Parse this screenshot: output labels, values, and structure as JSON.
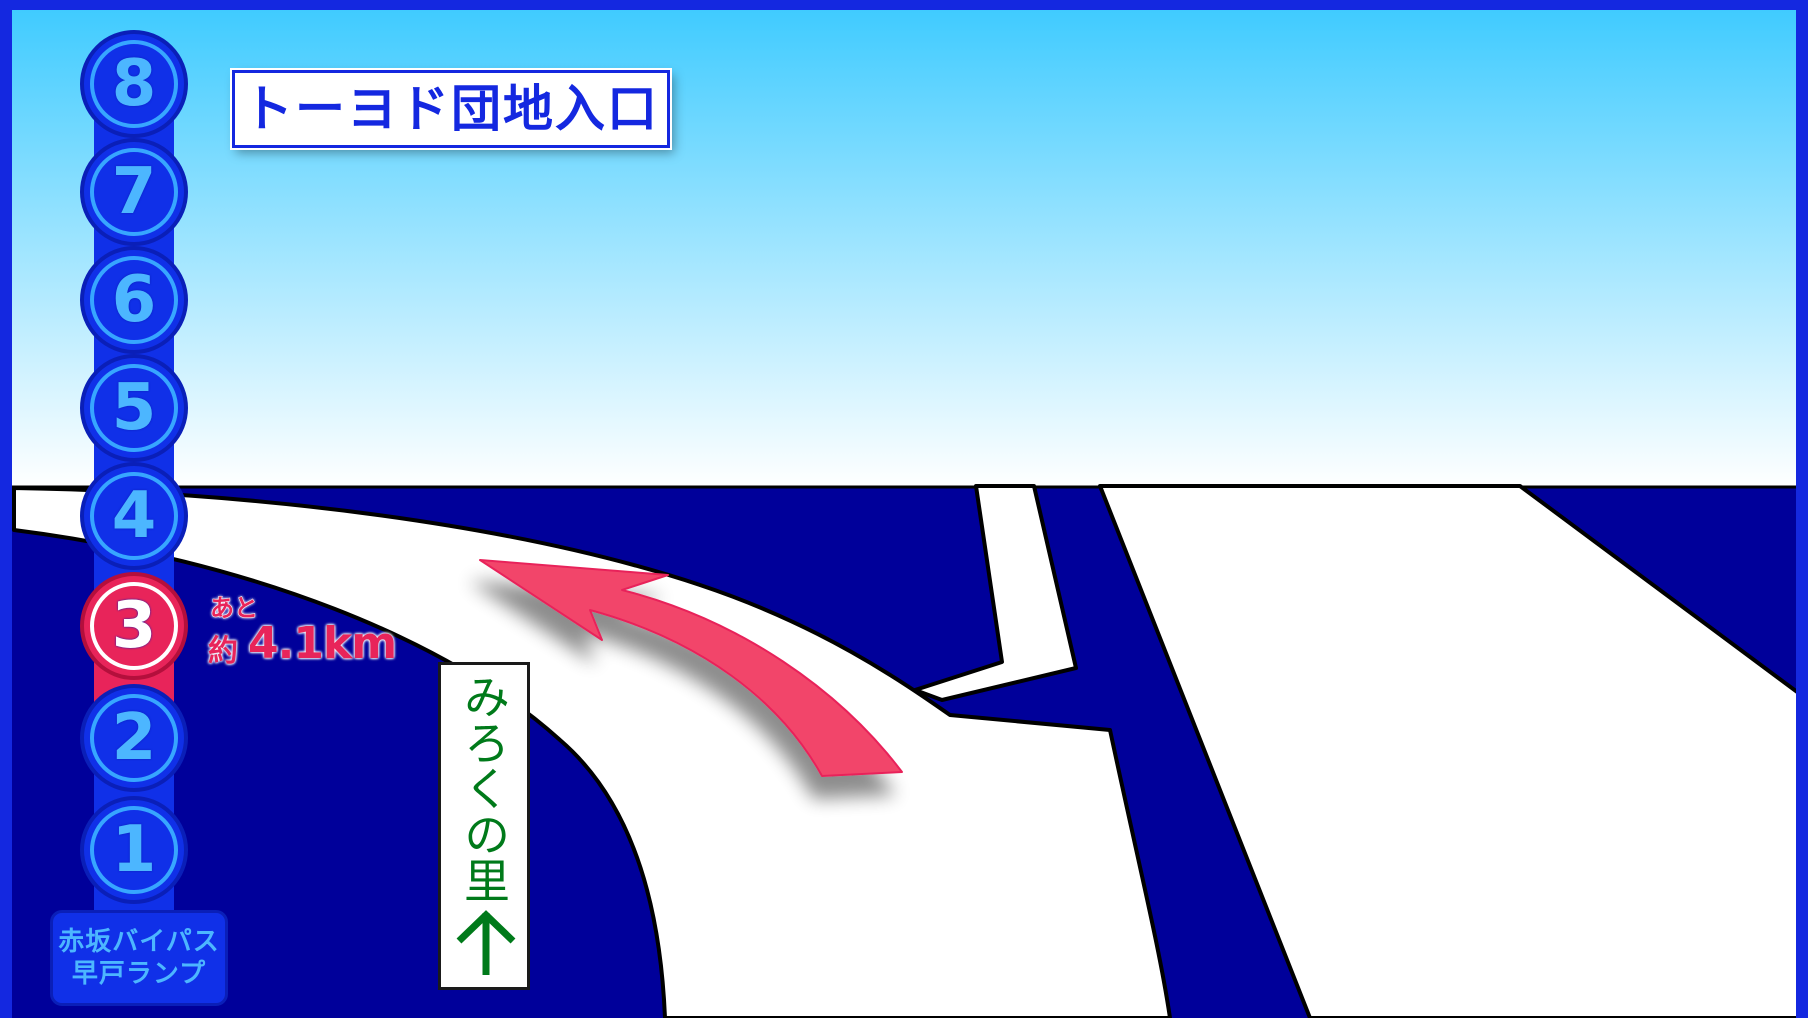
{
  "destination": {
    "name": "トーヨド団地入口"
  },
  "route_line": {
    "stations": [
      {
        "number": "8",
        "state": "ahead"
      },
      {
        "number": "7",
        "state": "ahead"
      },
      {
        "number": "6",
        "state": "ahead"
      },
      {
        "number": "5",
        "state": "ahead"
      },
      {
        "number": "4",
        "state": "ahead"
      },
      {
        "number": "3",
        "state": "current"
      },
      {
        "number": "2",
        "state": "passed"
      },
      {
        "number": "1",
        "state": "passed"
      }
    ],
    "terminal_label": {
      "line1": "赤坂バイパス",
      "line2": "早戸ランプ"
    }
  },
  "remaining": {
    "prefix_small": "あと",
    "prefix": "約",
    "distance": "4.1km"
  },
  "side_sign": {
    "text": "みろくの里",
    "arrow_icon": "up-arrow-icon"
  },
  "colors": {
    "frame": "#1428e0",
    "sky_top": "#3ccaff",
    "sky_bottom": "#ffffff",
    "ground": "#00009a",
    "road": "#ffffff",
    "station": "#1030e8",
    "station_text": "#4cb6ff",
    "current_station": "#e8245a",
    "route_arrow": "#f2456b",
    "side_sign_text": "#007a1a"
  }
}
